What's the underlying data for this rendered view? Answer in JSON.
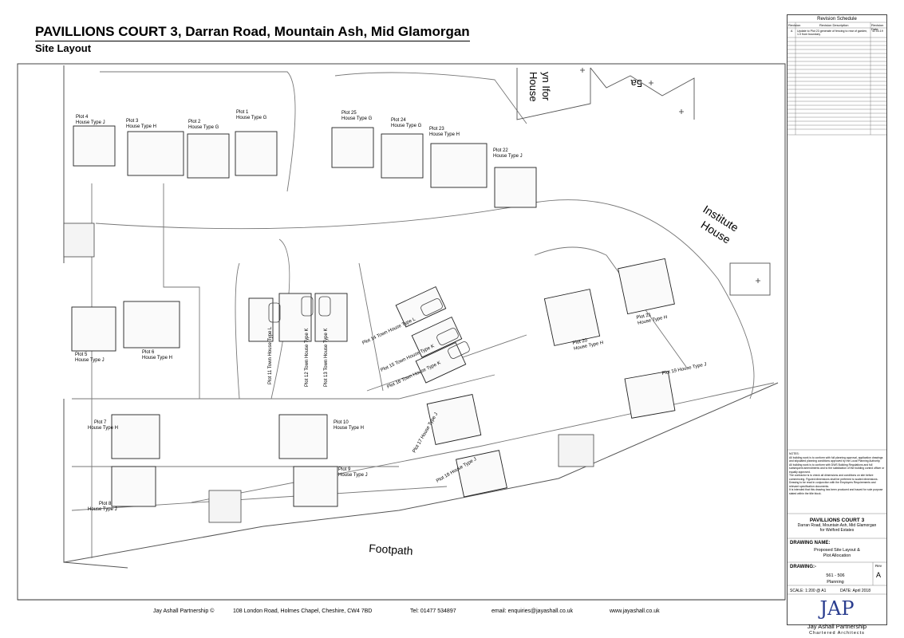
{
  "header": {
    "title": "PAVILLIONS COURT 3,  Darran Road, Mountain Ash, Mid Glamorgan",
    "subtitle": "Site Layout"
  },
  "plots": [
    {
      "plot": "Plot 4",
      "type": "House Type J"
    },
    {
      "plot": "Plot 3",
      "type": "House Type H"
    },
    {
      "plot": "Plot 2",
      "type": "House Type G"
    },
    {
      "plot": "Plot 1",
      "type": "House Type G"
    },
    {
      "plot": "Plot 25",
      "type": "House Type G"
    },
    {
      "plot": "Plot 24",
      "type": "House Type G"
    },
    {
      "plot": "Plot 23",
      "type": "House Type H"
    },
    {
      "plot": "Plot 22",
      "type": "House Type J"
    },
    {
      "plot": "Plot 5",
      "type": "House Type J"
    },
    {
      "plot": "Plot 6",
      "type": "House Type H"
    },
    {
      "plot": "Plot 11",
      "type": "Town House Type L"
    },
    {
      "plot": "Plot 12",
      "type": "Town House Type K"
    },
    {
      "plot": "Plot 13",
      "type": "Town House Type K"
    },
    {
      "plot": "Plot 14",
      "type": "Town House Type L"
    },
    {
      "plot": "Plot 15",
      "type": "Town House Type K"
    },
    {
      "plot": "Plot 16",
      "type": "Town House Type K"
    },
    {
      "plot": "Plot 20",
      "type": "House Type H"
    },
    {
      "plot": "Plot 21",
      "type": "House Type H"
    },
    {
      "plot": "Plot 19",
      "type": "House Type J"
    },
    {
      "plot": "Plot 7",
      "type": "House Type H"
    },
    {
      "plot": "Plot 10",
      "type": "House Type H"
    },
    {
      "plot": "Plot 17",
      "type": "House Type J"
    },
    {
      "plot": "Plot 8",
      "type": "House Type J"
    },
    {
      "plot": "Plot 9",
      "type": "House Type J"
    },
    {
      "plot": "Plot 18",
      "type": "House Type J"
    }
  ],
  "site_labels": {
    "institute_1": "Institute",
    "institute_2": "House",
    "bryn_1": "yn Ifor",
    "bryn_2": "House",
    "num_5a": "5a",
    "footpath": "Footpath"
  },
  "footer": {
    "firm": "Jay Ashall Partnership ©",
    "address": "108 London Road, Holmes Chapel, Cheshire, CW4 7BD",
    "tel": "Tel: 01477 534897",
    "email": "email: enquiries@jayashall.co.uk",
    "web": "www.jayashall.co.uk"
  },
  "title_block": {
    "revision_title": "Revision Schedule",
    "rev_col": "Revision",
    "desc_col": "Revision Description",
    "date_col": "Revision Date",
    "rev_1_id": "A",
    "rev_1_desc": "Update to Plot 23 generate of fencing to rear of garden, 1.0 from boundary",
    "rev_1_date": "11.03.19",
    "notes_title": "NOTES:",
    "note_1": "All building work is to conform with full planning approval, application drawings and stipulated planning conditions approved by the Local Planning Authority.",
    "note_2": "All building work is to conform with DWS Building Regulations and full subsequent amendments and to the satisfaction of the building control officer or equally approved.",
    "note_3": "The contractor is to check all dimensions and conditions on site before commencing. Figured dimensions shall be preferred to scaled dimensions.",
    "note_4": "Drawing to be read in conjunction with the Employers Requirements and relevant specification documents.",
    "note_5": "It is intended that this drawing has been produced and issued for sole purpose stated within the title block.",
    "project_name": "PAVILLIONS COURT 3",
    "project_addr": "Darran Road, Mountain Ash, Mid Glamorgan",
    "project_client": "for Welford Estates",
    "drawing_name_label": "DRAWING NAME:",
    "drawing_name_1": "Proposed  Site Layout &",
    "drawing_name_2": "Plot Allocation",
    "drawing_label": "DRAWING:-",
    "rev_label": "Rev",
    "rev_value": "A",
    "drawing_number": "561 - 506",
    "drawing_status": "Planning",
    "scale": "SCALE:  1:200  @  A1",
    "date": "DATE:  April 2018",
    "firm_name": "Jay Ashall Partnership",
    "firm_sub": "Chartered Architects",
    "logo": "JAP"
  }
}
